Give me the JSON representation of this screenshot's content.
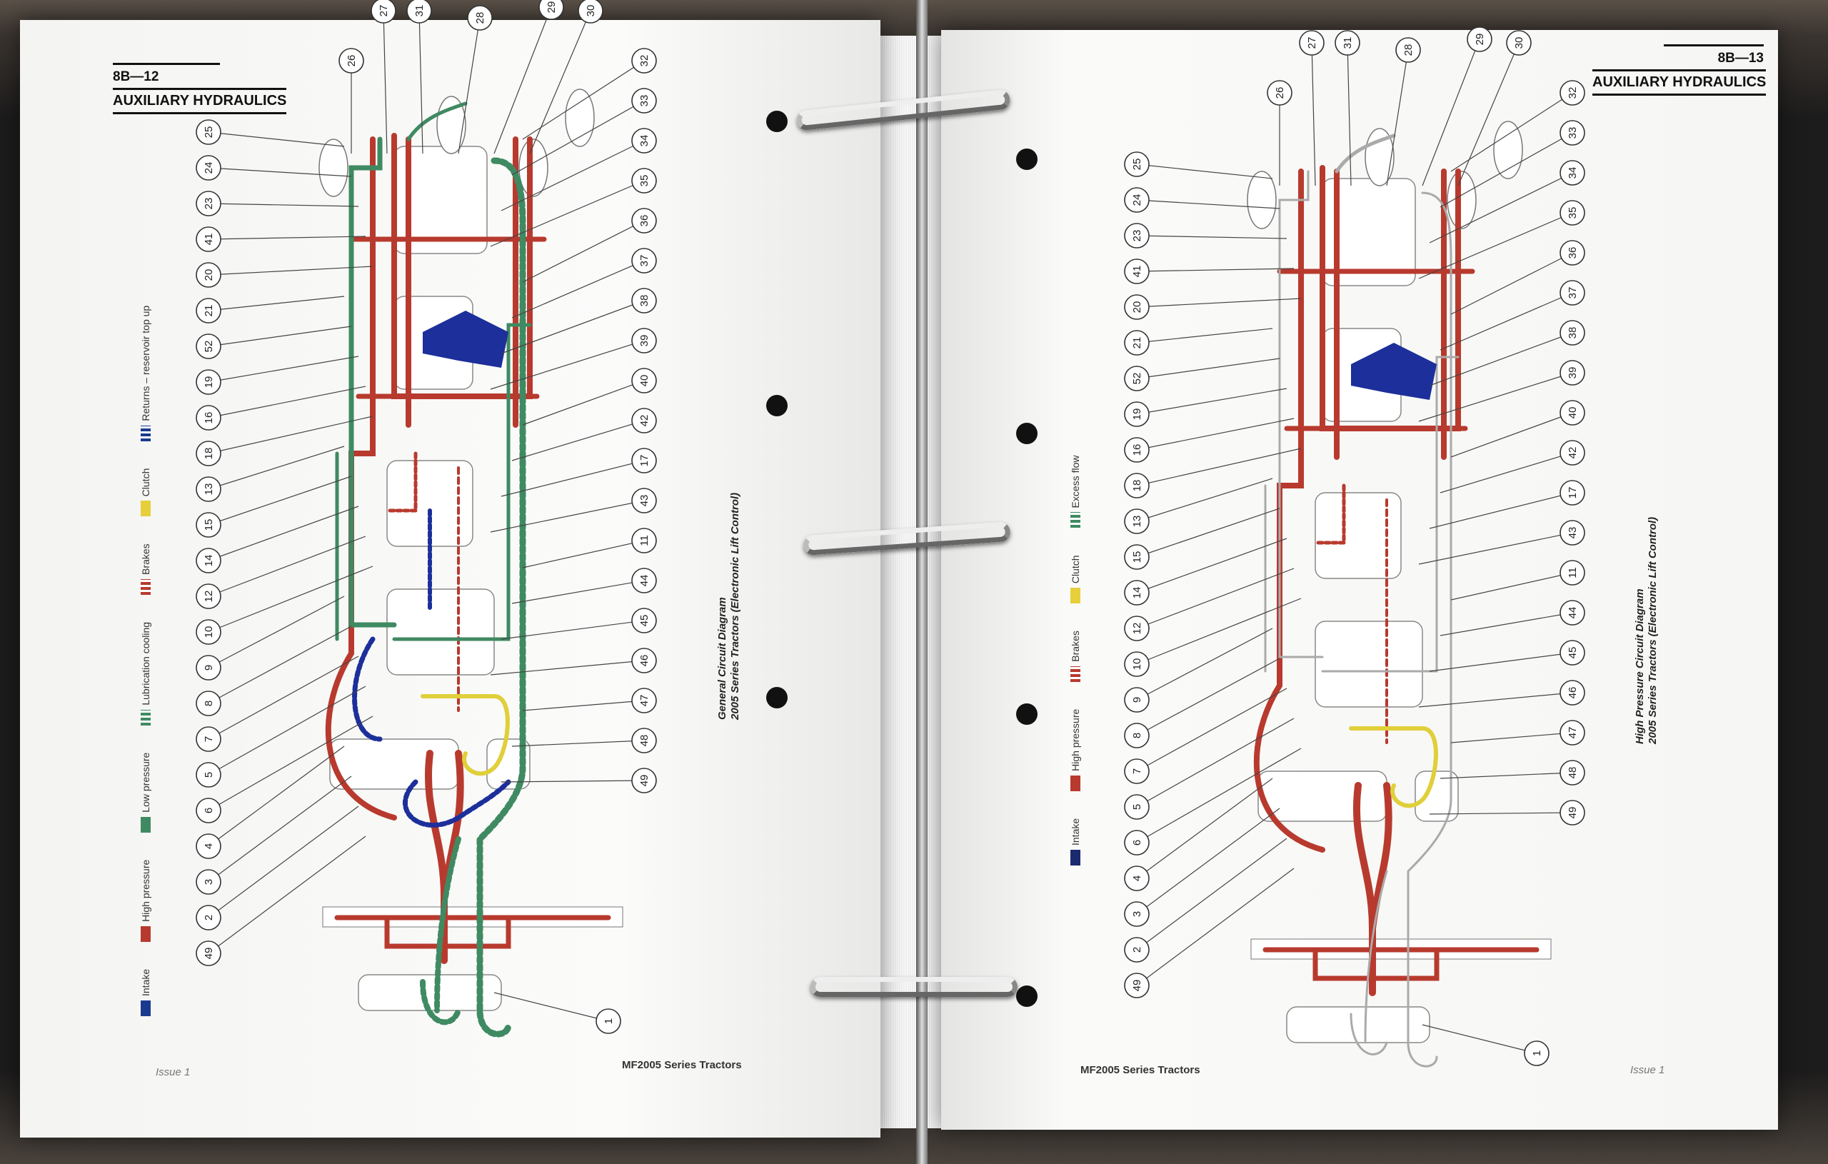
{
  "left_page": {
    "page_code": "8B—12",
    "section_title": "AUXILIARY HYDRAULICS",
    "legend": [
      {
        "label": "Intake",
        "color": "#1a3a8f",
        "style": "solid"
      },
      {
        "label": "High pressure",
        "color": "#b83a2e",
        "style": "solid"
      },
      {
        "label": "Low pressure",
        "color": "#3f8a62",
        "style": "solid"
      },
      {
        "label": "Lubrication cooling",
        "color": "#3f8a62",
        "style": "striped"
      },
      {
        "label": "Brakes",
        "color": "#b83a2e",
        "style": "striped"
      },
      {
        "label": "Clutch",
        "color": "#e6cf3b",
        "style": "solid"
      },
      {
        "label": "Returns – reservoir top up",
        "color": "#1a3a8f",
        "style": "striped"
      }
    ],
    "caption_line1": "General Circuit Diagram",
    "caption_line2": "2005 Series Tractors (Electronic Lift Control)",
    "footer_left": "Issue 1",
    "footer_right": "MF2005 Series Tractors",
    "callouts_top": [
      "26",
      "27",
      "31",
      "28",
      "29",
      "30"
    ],
    "callouts_left": [
      "25",
      "24",
      "23",
      "41",
      "20",
      "21",
      "52",
      "19",
      "16",
      "18",
      "13",
      "15",
      "14",
      "12",
      "10",
      "9",
      "8",
      "7",
      "5",
      "6",
      "4",
      "3",
      "2",
      "49"
    ],
    "callouts_right": [
      "32",
      "33",
      "34",
      "35",
      "36",
      "37",
      "38",
      "39",
      "40",
      "42",
      "17",
      "43",
      "11",
      "44",
      "45",
      "46",
      "47",
      "48",
      "49"
    ],
    "callout_bottom": "1"
  },
  "right_page": {
    "page_code": "8B—13",
    "section_title": "AUXILIARY HYDRAULICS",
    "legend": [
      {
        "label": "Intake",
        "color": "#1a2a6f",
        "style": "solid"
      },
      {
        "label": "High pressure",
        "color": "#b83a2e",
        "style": "solid"
      },
      {
        "label": "Brakes",
        "color": "#b83a2e",
        "style": "striped"
      },
      {
        "label": "Clutch",
        "color": "#e6cf3b",
        "style": "solid"
      },
      {
        "label": "Excess flow",
        "color": "#3f8a62",
        "style": "striped"
      }
    ],
    "caption_line1": "High Pressure Circuit Diagram",
    "caption_line2": "2005 Series Tractors (Electronic Lift Control)",
    "footer_left": "MF2005 Series Tractors",
    "footer_right": "Issue 1",
    "callouts_top": [
      "26",
      "27",
      "31",
      "28",
      "29",
      "30"
    ],
    "callouts_left": [
      "25",
      "24",
      "23",
      "41",
      "20",
      "21",
      "52",
      "19",
      "16",
      "18",
      "13",
      "15",
      "14",
      "12",
      "10",
      "9",
      "8",
      "7",
      "5",
      "6",
      "4",
      "3",
      "2",
      "49"
    ],
    "callouts_right": [
      "32",
      "33",
      "34",
      "35",
      "36",
      "37",
      "38",
      "39",
      "40",
      "42",
      "17",
      "43",
      "11",
      "44",
      "45",
      "46",
      "47",
      "48",
      "49"
    ],
    "callout_bottom": "1"
  }
}
